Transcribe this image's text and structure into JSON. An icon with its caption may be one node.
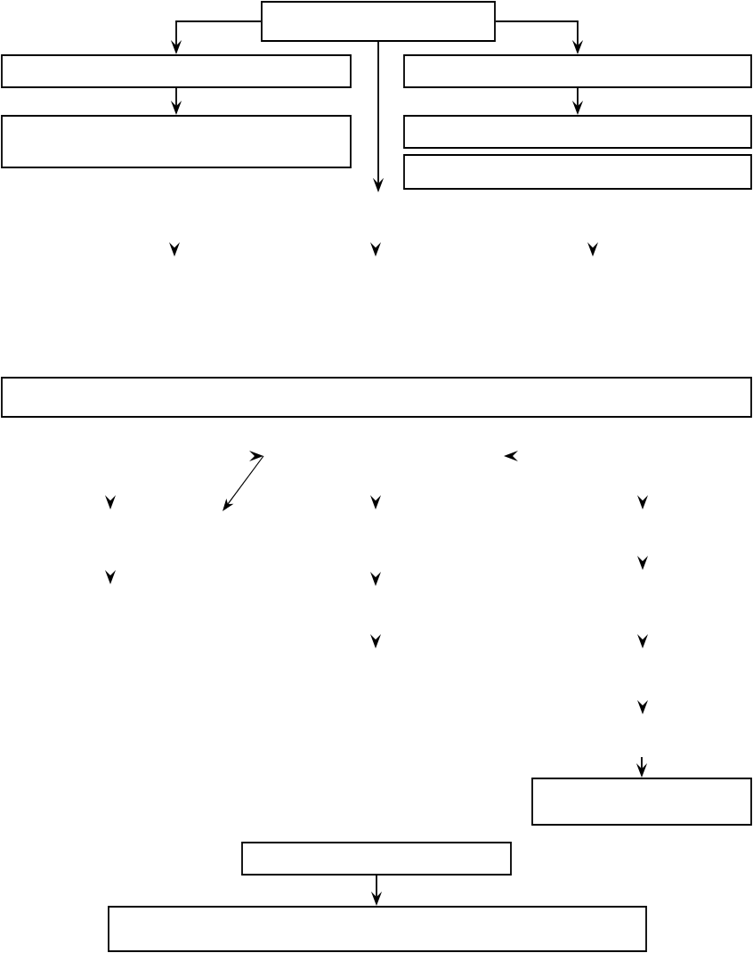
{
  "diagram": {
    "nodes": [
      {
        "text": [],
        "shape": "box"
      },
      {
        "text": [],
        "shape": "box"
      },
      {
        "text": [],
        "shape": "box"
      },
      {
        "text": [],
        "shape": "box"
      },
      {
        "text": [],
        "shape": "box"
      },
      {
        "text": [],
        "shape": "box"
      },
      {
        "text": [],
        "shape": "box"
      },
      {
        "text": [],
        "shape": "box"
      },
      {
        "text": [],
        "shape": "box"
      },
      {
        "text": [],
        "shape": "box"
      }
    ],
    "edges": [
      {
        "from": 0,
        "to": 1,
        "arrow": "to"
      },
      {
        "from": 0,
        "to": 3,
        "arrow": "to"
      },
      {
        "from": 1,
        "to": 2,
        "arrow": "to"
      },
      {
        "from": 3,
        "to": 4,
        "arrow": "to"
      },
      {
        "from": 0,
        "to": null,
        "arrow": "to"
      },
      {
        "from": null,
        "to": 7,
        "arrow": "to"
      },
      {
        "from": 8,
        "to": 9,
        "arrow": "to"
      }
    ]
  }
}
